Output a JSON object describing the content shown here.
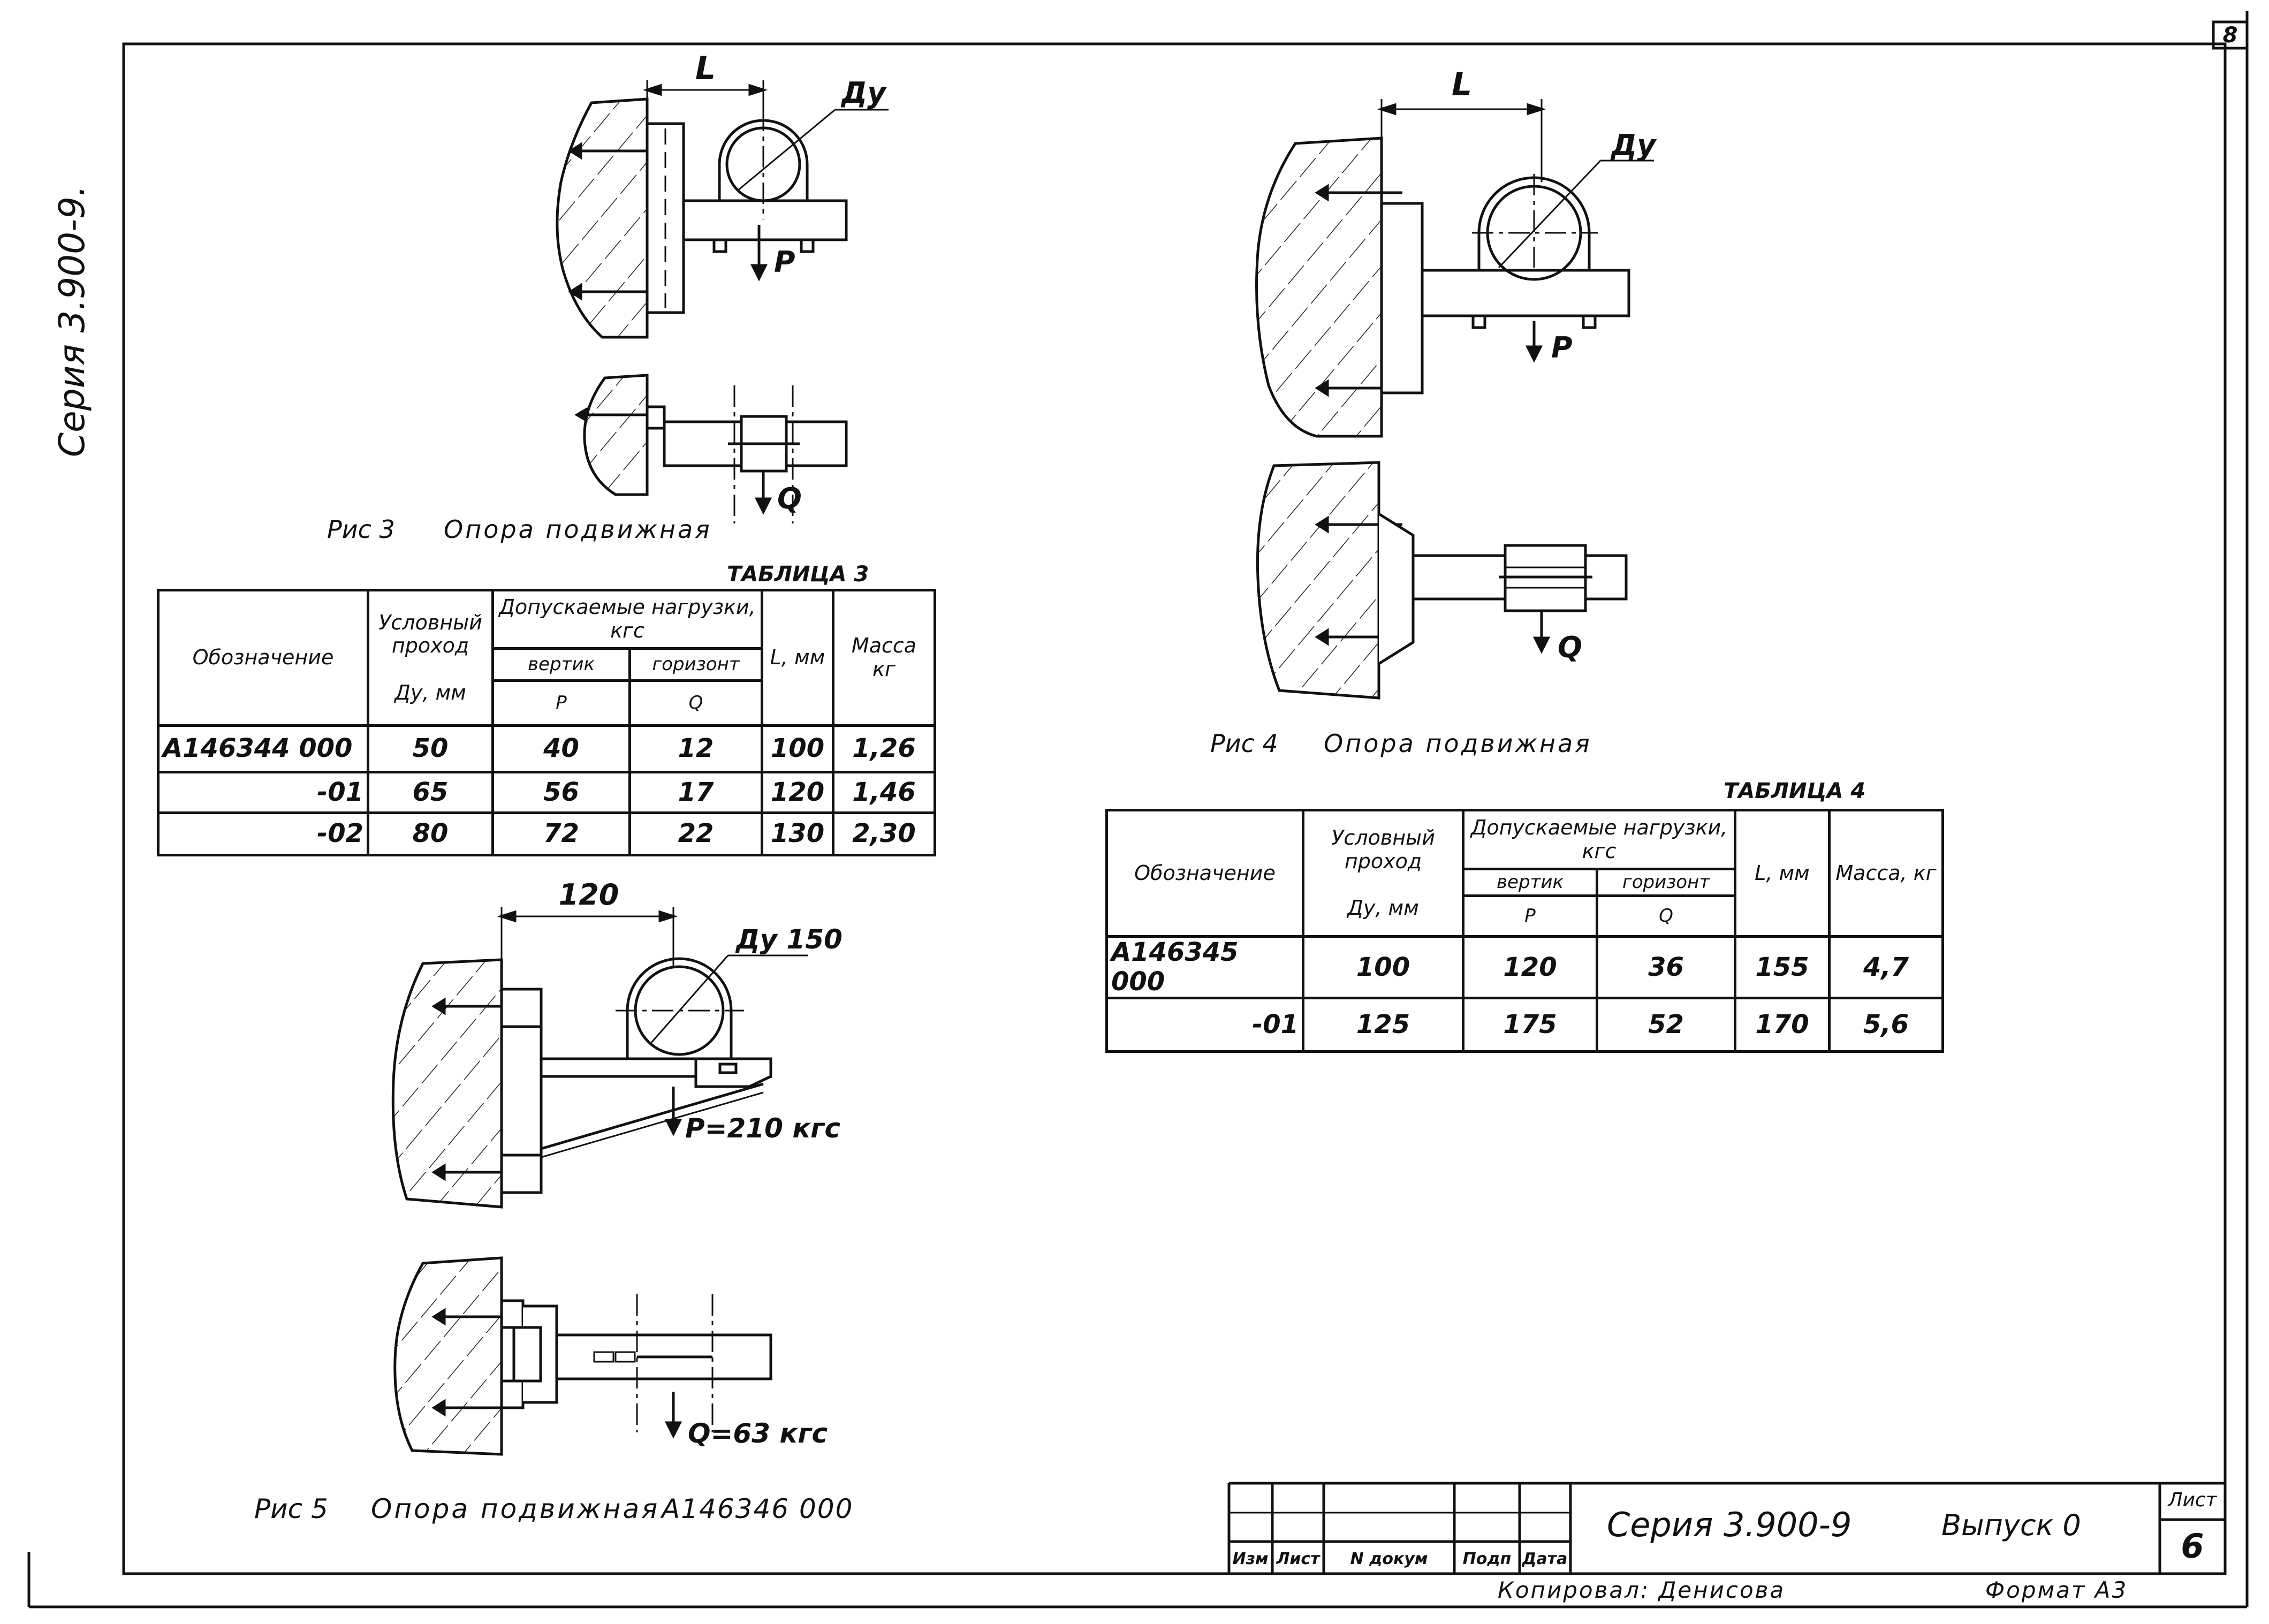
{
  "sheet_corner_number": "8",
  "side_label": "Серия 3.900-9.",
  "fig3": {
    "dim_L": "L",
    "dn": "Ду",
    "load_P": "P",
    "load_Q": "Q",
    "caption_prefix": "Рис 3",
    "caption_title": "Опора подвижная"
  },
  "table3": {
    "label": "ТАБЛИЦА 3",
    "headers": {
      "designation": "Обозначение",
      "bore": "Условный проход",
      "bore_unit": "Ду, мм",
      "loads": "Допускаемые нагрузки, кгс",
      "vertical": "вертик",
      "horizontal": "горизонт",
      "P": "P",
      "Q": "Q",
      "length": "L, мм",
      "mass": "Масса кг"
    },
    "rows": [
      [
        "А146344 000",
        "50",
        "40",
        "12",
        "100",
        "1,26"
      ],
      [
        "-01",
        "65",
        "56",
        "17",
        "120",
        "1,46"
      ],
      [
        "-02",
        "80",
        "72",
        "22",
        "130",
        "2,30"
      ]
    ]
  },
  "fig4": {
    "dim_L": "L",
    "dn": "Ду",
    "load_P": "P",
    "load_Q": "Q",
    "caption_prefix": "Рис 4",
    "caption_title": "Опора подвижная"
  },
  "table4": {
    "label": "ТАБЛИЦА 4",
    "headers": {
      "designation": "Обозначение",
      "bore": "Условный проход",
      "bore_unit": "Ду, мм",
      "loads": "Допускаемые нагрузки, кгс",
      "vertical": "вертик",
      "horizontal": "горизонт",
      "P": "P",
      "Q": "Q",
      "length": "L, мм",
      "mass": "Масса, кг"
    },
    "rows": [
      [
        "А146345 000",
        "100",
        "120",
        "36",
        "155",
        "4,7"
      ],
      [
        "-01",
        "125",
        "175",
        "52",
        "170",
        "5,6"
      ]
    ]
  },
  "fig5": {
    "dim": "120",
    "dn": "Ду 150",
    "load_P": "P=210 кгс",
    "load_Q": "Q=63 кгс",
    "caption_prefix": "Рис 5",
    "caption_title": "Опора подвижная",
    "caption_code": "А146346 000"
  },
  "title_block": {
    "col_headers": [
      "Изм",
      "Лист",
      "N докум",
      "Подп",
      "Дата"
    ],
    "series": "Серия 3.900-9",
    "issue": "Выпуск 0",
    "sheet_label": "Лист",
    "sheet_number": "6"
  },
  "footer": {
    "copied_by": "Копировал: Денисова",
    "format": "Формат А3"
  }
}
